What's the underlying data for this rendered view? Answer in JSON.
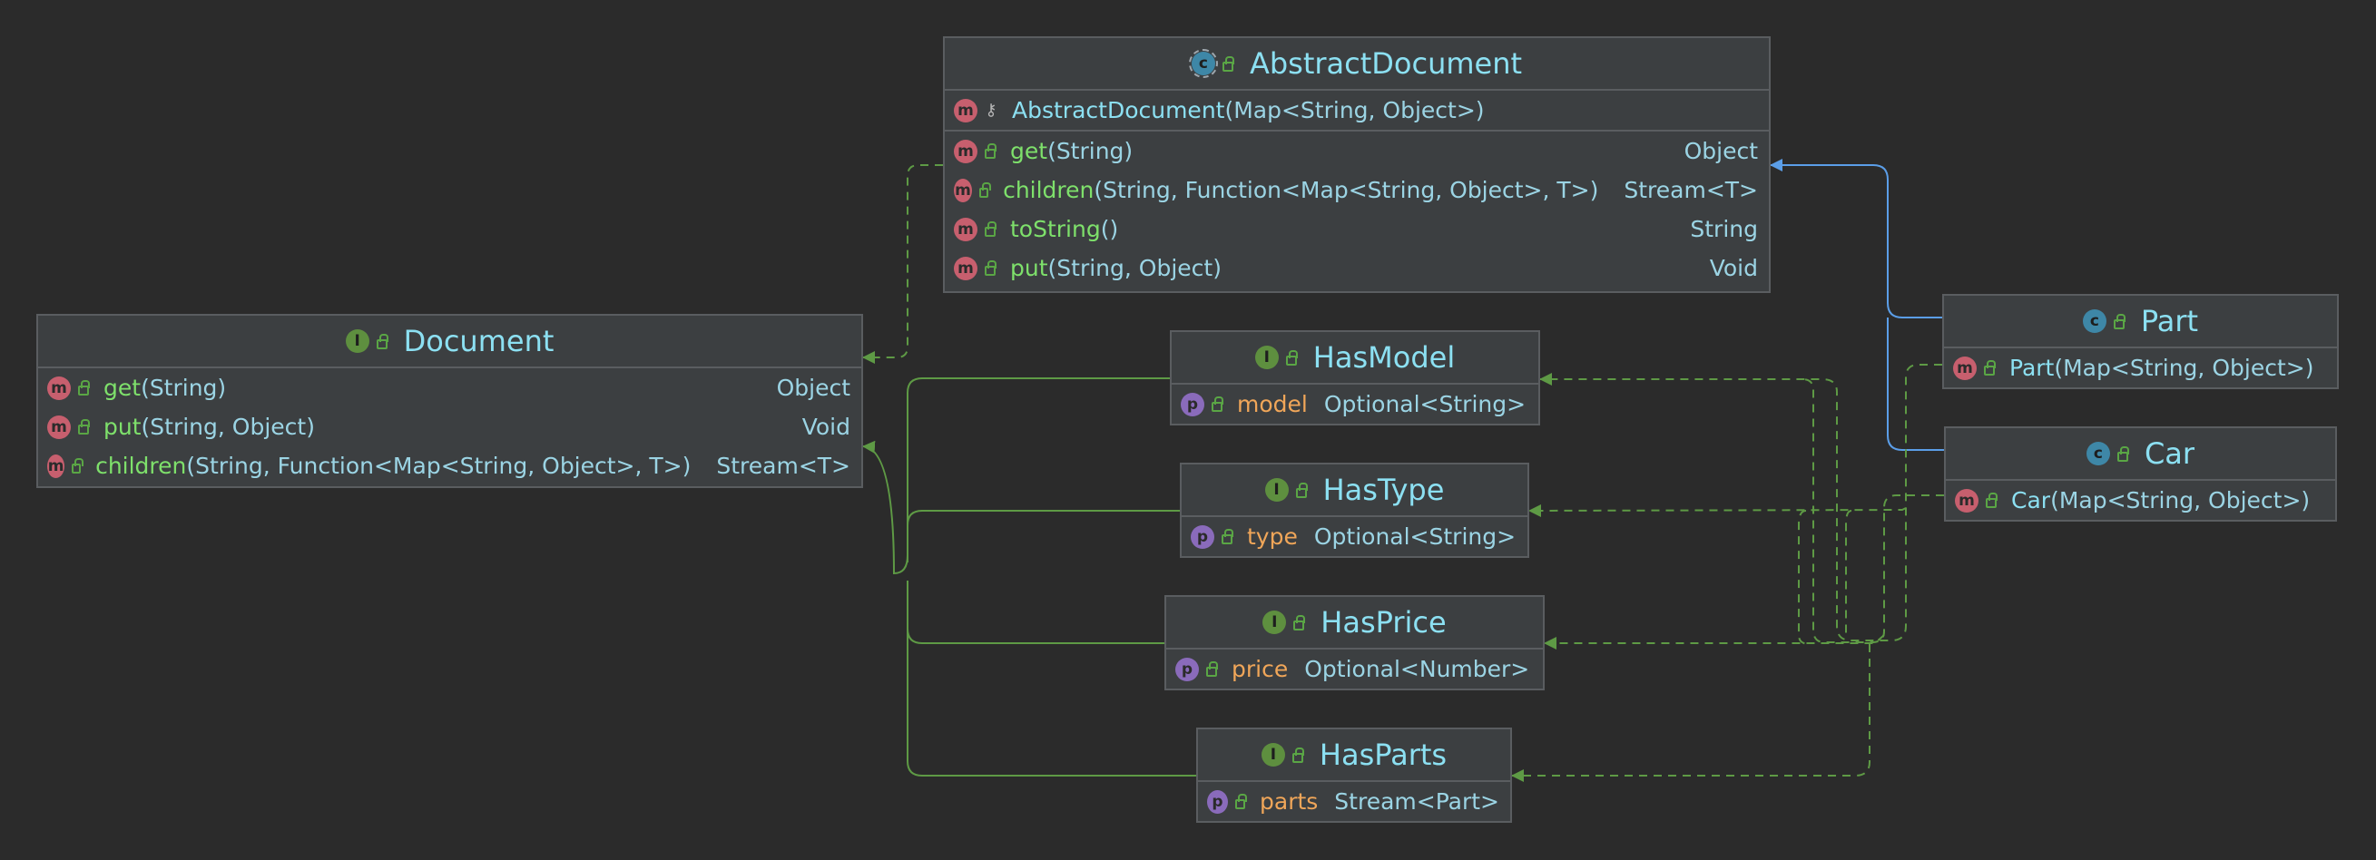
{
  "classes": {
    "abstract_document": {
      "name": "AbstractDocument",
      "kind": "abstract-class",
      "kind_letter": "c",
      "members": [
        {
          "kind": "m",
          "name": "AbstractDocument",
          "params": "(Map<String, Object>)",
          "ret": "",
          "constructor": true,
          "visibility": "package"
        },
        {
          "kind": "m",
          "name": "get",
          "params": "(String)",
          "ret": "Object"
        },
        {
          "kind": "m",
          "name": "children",
          "params": "(String, Function<Map<String, Object>, T>)",
          "ret": "Stream<T>"
        },
        {
          "kind": "m",
          "name": "toString",
          "params": "()",
          "ret": "String"
        },
        {
          "kind": "m",
          "name": "put",
          "params": "(String, Object)",
          "ret": "Void"
        }
      ]
    },
    "document": {
      "name": "Document",
      "kind": "interface",
      "kind_letter": "I",
      "members": [
        {
          "kind": "m",
          "name": "get",
          "params": "(String)",
          "ret": "Object"
        },
        {
          "kind": "m",
          "name": "put",
          "params": "(String, Object)",
          "ret": "Void"
        },
        {
          "kind": "m",
          "name": "children",
          "params": "(String, Function<Map<String, Object>, T>)",
          "ret": "Stream<T>"
        }
      ]
    },
    "has_model": {
      "name": "HasModel",
      "kind": "interface",
      "kind_letter": "I",
      "members": [
        {
          "kind": "p",
          "name": "model",
          "type": "Optional<String>"
        }
      ]
    },
    "has_type": {
      "name": "HasType",
      "kind": "interface",
      "kind_letter": "I",
      "members": [
        {
          "kind": "p",
          "name": "type",
          "type": "Optional<String>"
        }
      ]
    },
    "has_price": {
      "name": "HasPrice",
      "kind": "interface",
      "kind_letter": "I",
      "members": [
        {
          "kind": "p",
          "name": "price",
          "type": "Optional<Number>"
        }
      ]
    },
    "has_parts": {
      "name": "HasParts",
      "kind": "interface",
      "kind_letter": "I",
      "members": [
        {
          "kind": "p",
          "name": "parts",
          "type": "Stream<Part>"
        }
      ]
    },
    "part": {
      "name": "Part",
      "kind": "class",
      "kind_letter": "c",
      "members": [
        {
          "kind": "m",
          "name": "Part",
          "params": "(Map<String, Object>)",
          "ret": "",
          "constructor": true
        }
      ]
    },
    "car": {
      "name": "Car",
      "kind": "class",
      "kind_letter": "c",
      "members": [
        {
          "kind": "m",
          "name": "Car",
          "params": "(Map<String, Object>)",
          "ret": "",
          "constructor": true
        }
      ]
    }
  },
  "relations": [
    {
      "from": "AbstractDocument",
      "to": "Document",
      "type": "implements"
    },
    {
      "from": "HasModel",
      "to": "Document",
      "type": "extends"
    },
    {
      "from": "HasType",
      "to": "Document",
      "type": "extends"
    },
    {
      "from": "HasPrice",
      "to": "Document",
      "type": "extends"
    },
    {
      "from": "HasParts",
      "to": "Document",
      "type": "extends"
    },
    {
      "from": "Part",
      "to": "AbstractDocument",
      "type": "extends"
    },
    {
      "from": "Car",
      "to": "AbstractDocument",
      "type": "extends"
    },
    {
      "from": "Part",
      "to": "HasModel",
      "type": "implements"
    },
    {
      "from": "Part",
      "to": "HasType",
      "type": "implements"
    },
    {
      "from": "Part",
      "to": "HasPrice",
      "type": "implements"
    },
    {
      "from": "Car",
      "to": "HasModel",
      "type": "implements"
    },
    {
      "from": "Car",
      "to": "HasPrice",
      "type": "implements"
    },
    {
      "from": "Car",
      "to": "HasParts",
      "type": "implements"
    }
  ],
  "colors": {
    "background": "#2b2b2b",
    "interface_badge": "#5e8f3f",
    "class_badge": "#3e87a7",
    "method_badge": "#c75f6e",
    "property_badge": "#8a6bbb",
    "inheritance_edge": "#5e9a45",
    "class_extends_edge": "#5b9ee8"
  }
}
